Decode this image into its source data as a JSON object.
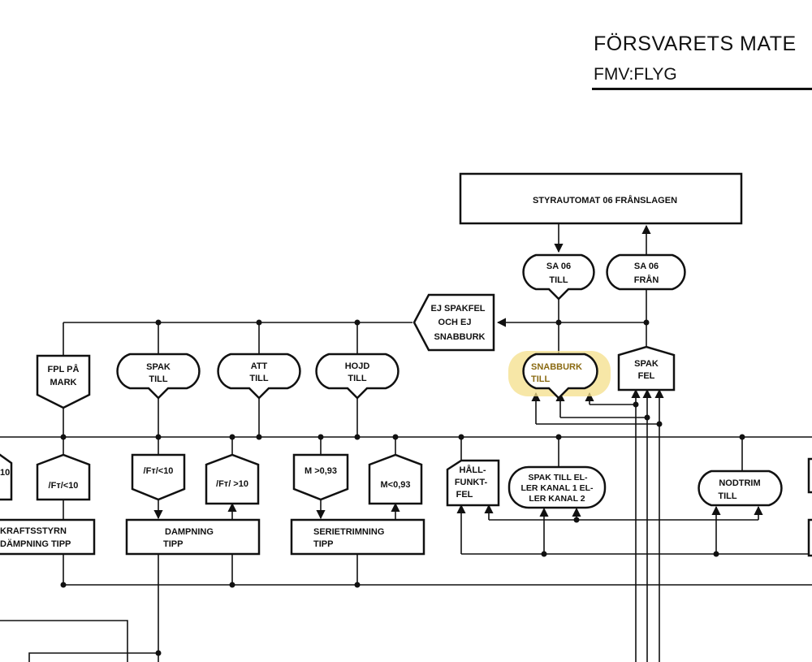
{
  "header": {
    "organization": "FÖRSVARETS MATE",
    "department": "FMV:FLYG"
  },
  "colors": {
    "highlight": "#f4df8a",
    "ink": "#111111"
  },
  "diagram": {
    "styrautomat": "STYRAUTOMAT 06 FRÅNSLAGEN",
    "sa06_till": [
      "SA 06",
      "TILL"
    ],
    "sa06_fran": [
      "SA 06",
      "FRÅN"
    ],
    "ej_spakfel": [
      "EJ SPAKFEL",
      "OCH EJ",
      "SNABBURK"
    ],
    "fpl_pa_mark": [
      "FPL PÅ",
      "MARK"
    ],
    "spak_till": [
      "SPAK",
      "TILL"
    ],
    "att_till": [
      "ATT",
      "TILL"
    ],
    "hojd_till": [
      "HOJD",
      "TILL"
    ],
    "snabburk_till": [
      "SNABBURK",
      "TILL"
    ],
    "spak_fel": [
      "SPAK",
      "FEL"
    ],
    "cond_left_cut": "10",
    "ft_lt10_a": "/Fᴛ/<10",
    "ft_lt10_b": "/Fᴛ/<10",
    "ft_gt10": "/Fᴛ/ >10",
    "mach_gt": "M >0,93",
    "mach_lt": "M<0,93",
    "hallfunkt_fel": [
      "HÅLL-",
      "FUNKT-",
      "FEL"
    ],
    "spak_kanal": [
      "SPAK TILL EL-",
      "LER KANAL 1 EL-",
      "LER KANAL 2"
    ],
    "nodtrim_till": [
      "NODTRIM",
      "TILL"
    ],
    "kraftsstyrn": [
      "KRAFTSSTYRN",
      "DÄMPNING TIPP"
    ],
    "dampning_tipp": [
      "DAMPNING",
      "TIPP"
    ],
    "serietrimning_tipp": [
      "SERIETRIMNING",
      "TIPP"
    ]
  }
}
